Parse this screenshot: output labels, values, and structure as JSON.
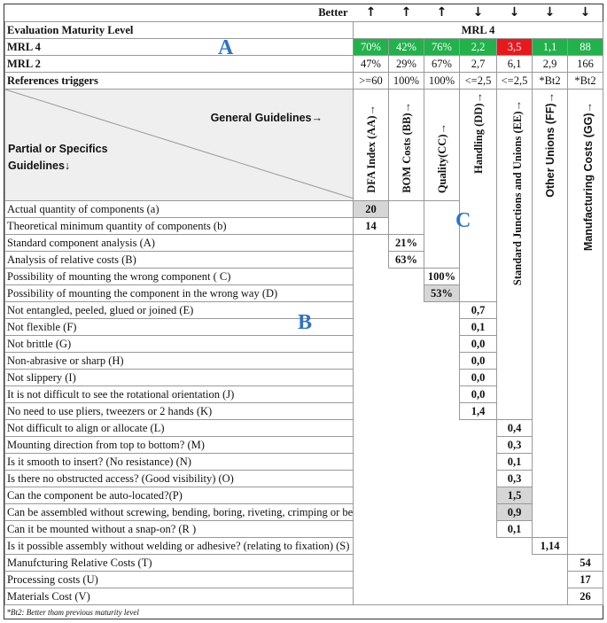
{
  "header": {
    "better_label": "Better",
    "arrows": [
      "↑",
      "↑",
      "↑",
      "↓",
      "↓",
      "↓",
      "↓"
    ],
    "eval_label": "Evaluation Maturity Level",
    "eval_value": "MRL 4"
  },
  "mrl4": {
    "label": "MRL 4",
    "values": [
      "70%",
      "42%",
      "76%",
      "2,2",
      "3,5",
      "1,1",
      "88"
    ]
  },
  "mrl2": {
    "label": "MRL 2",
    "values": [
      "47%",
      "29%",
      "67%",
      "2,7",
      "6,1",
      "2,9",
      "166"
    ]
  },
  "triggers": {
    "label": "References triggers",
    "values": [
      ">=60",
      "100%",
      "100%",
      "<=2,5",
      "<=2,5",
      "*Bt2",
      "*Bt2"
    ]
  },
  "corner": {
    "general": "General Guidelines→",
    "partial": "Partial or Specifics Guidelines↓"
  },
  "columns": [
    "DFA Index (AA)→",
    "BOM Costs (BB)→",
    "Quality(CC)→",
    "Handling (DD)→",
    "Standard Junctions and Unions (EE)→",
    "Other Unions (FF)→",
    "Manufacturing Costs (GG)→"
  ],
  "rows": [
    {
      "label": "Actual quantity of components (a)",
      "col": 0,
      "value": "20",
      "grey": true
    },
    {
      "label": "Theoretical minimum quantity of components (b)",
      "col": 0,
      "value": "14",
      "grey": false
    },
    {
      "label": "Standard component analysis (A)",
      "col": 1,
      "value": "21%",
      "grey": false
    },
    {
      "label": "Analysis of relative costs (B)",
      "col": 1,
      "value": "63%",
      "grey": false
    },
    {
      "label": "Possibility of mounting the wrong component ( C)",
      "col": 2,
      "value": "100%",
      "grey": false
    },
    {
      "label": "Possibility of mounting the component in the wrong way (D)",
      "col": 2,
      "value": "53%",
      "grey": true
    },
    {
      "label": "Not entangled, peeled, glued or joined (E)",
      "col": 3,
      "value": "0,7",
      "grey": false
    },
    {
      "label": "Not flexible (F)",
      "col": 3,
      "value": "0,1",
      "grey": false
    },
    {
      "label": "Not brittle (G)",
      "col": 3,
      "value": "0,0",
      "grey": false
    },
    {
      "label": "Non-abrasive or sharp (H)",
      "col": 3,
      "value": "0,0",
      "grey": false
    },
    {
      "label": "Not slippery (I)",
      "col": 3,
      "value": "0,0",
      "grey": false
    },
    {
      "label": "It is not difficult to see the rotational orientation (J)",
      "col": 3,
      "value": "0,0",
      "grey": false
    },
    {
      "label": "No need to use pliers, tweezers or 2 hands (K)",
      "col": 3,
      "value": "1,4",
      "grey": false
    },
    {
      "label": "Not difficult to align or allocate (L)",
      "col": 4,
      "value": "0,4",
      "grey": false
    },
    {
      "label": "Mounting direction from top to bottom? (M)",
      "col": 4,
      "value": "0,3",
      "grey": false
    },
    {
      "label": "Is it smooth to insert? (No resistance) (N)",
      "col": 4,
      "value": "0,1",
      "grey": false
    },
    {
      "label": "Is there no obstructed access? (Good visibility) (O)",
      "col": 4,
      "value": "0,3",
      "grey": false
    },
    {
      "label": "Can the component be auto-located?(P)",
      "col": 4,
      "value": "1,5",
      "grey": true
    },
    {
      "label": "Can be assembled without screwing, bending, boring, riveting, crimping or bending? (Q )",
      "col": 4,
      "value": "0,9",
      "grey": true
    },
    {
      "label": "Can it be mounted without a snap-on? (R )",
      "col": 4,
      "value": "0,1",
      "grey": false
    },
    {
      "label": "Is it possible assembly without welding or adhesive? (relating to fixation) (S)",
      "col": 5,
      "value": "1,14",
      "grey": false
    },
    {
      "label": "Manufcturing Relative Costs (T)",
      "col": 6,
      "value": "54",
      "grey": false
    },
    {
      "label": "Processing costs (U)",
      "col": 6,
      "value": "17",
      "grey": false
    },
    {
      "label": "Materials Cost (V)",
      "col": 6,
      "value": "26",
      "grey": false
    }
  ],
  "annotations": {
    "a": "A",
    "b": "B",
    "c": "C"
  },
  "footnote": "*Bt2: Better tham previous maturity level",
  "colors": {
    "green": "#22b24c",
    "red": "#e8191c",
    "grey": "#d6d6d6",
    "annotation": "#2b73c9"
  }
}
